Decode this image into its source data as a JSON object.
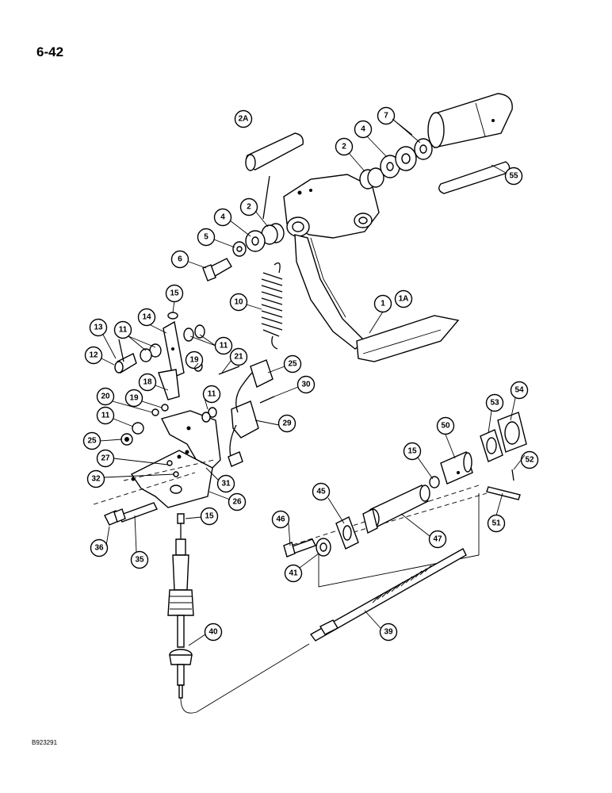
{
  "page_number": "6-42",
  "figure_code": "B923291",
  "callouts": [
    "2A",
    "7",
    "4",
    "2",
    "55",
    "2",
    "4",
    "5",
    "6",
    "10",
    "1",
    "1A",
    "15",
    "13",
    "14",
    "11",
    "11",
    "12",
    "21",
    "19",
    "25",
    "18",
    "30",
    "20",
    "19",
    "11",
    "11",
    "29",
    "25",
    "27",
    "32",
    "31",
    "26",
    "15",
    "36",
    "35",
    "50",
    "53",
    "54",
    "15",
    "45",
    "52",
    "46",
    "47",
    "51",
    "41",
    "40",
    "39"
  ]
}
